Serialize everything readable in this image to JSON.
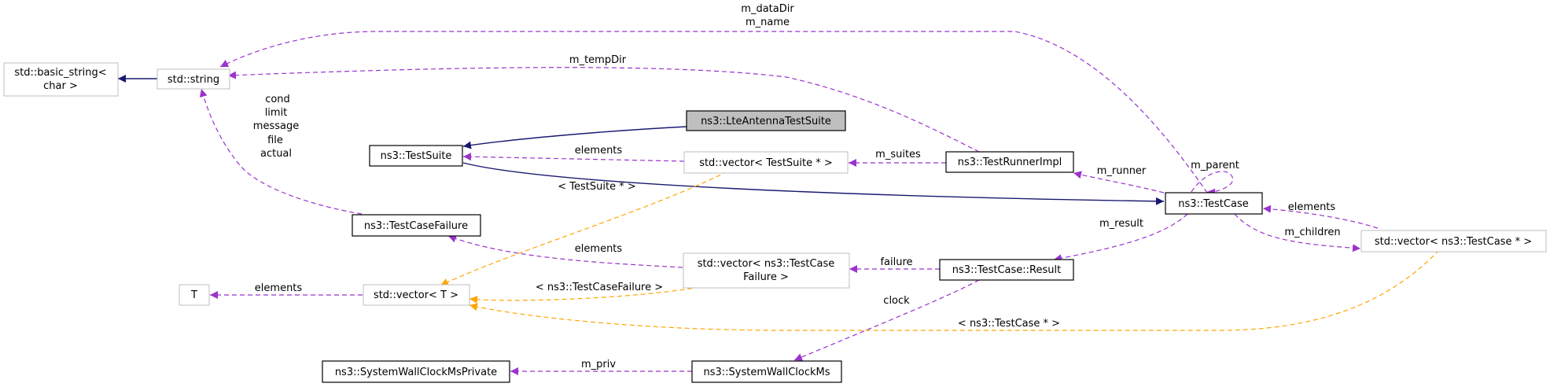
{
  "nodes": {
    "basic_string": [
      "std::basic_string<",
      "char >"
    ],
    "string": [
      "std::string"
    ],
    "lte_antenna_test_suite": [
      "ns3::LteAntennaTestSuite"
    ],
    "test_suite": [
      "ns3::TestSuite"
    ],
    "vector_test_suite": [
      "std::vector< TestSuite * >"
    ],
    "test_runner_impl": [
      "ns3::TestRunnerImpl"
    ],
    "test_case": [
      "ns3::TestCase"
    ],
    "vector_test_case": [
      "std::vector< ns3::TestCase * >"
    ],
    "test_case_failure": [
      "ns3::TestCaseFailure"
    ],
    "T": [
      "T"
    ],
    "vector_T": [
      "std::vector< T >"
    ],
    "vector_test_case_failure": [
      "std::vector< ns3::TestCase",
      "Failure >"
    ],
    "test_case_result": [
      "ns3::TestCase::Result"
    ],
    "system_wall_clock_ms_private": [
      "ns3::SystemWallClockMsPrivate"
    ],
    "system_wall_clock_ms": [
      "ns3::SystemWallClockMs"
    ]
  },
  "edges": {
    "m_data_dir_name": [
      "m_dataDir",
      "m_name"
    ],
    "m_temp_dir": [
      "m_tempDir"
    ],
    "failure_fields": [
      "cond",
      "limit",
      "message",
      "file",
      "actual"
    ],
    "suite_elements": [
      "elements"
    ],
    "m_suites": [
      "m_suites"
    ],
    "m_runner": [
      "m_runner"
    ],
    "m_parent": [
      "m_parent"
    ],
    "case_elements": [
      "elements"
    ],
    "m_children": [
      "m_children"
    ],
    "m_result": [
      "m_result"
    ],
    "failure_elements": [
      "elements"
    ],
    "failure": [
      "failure"
    ],
    "T_elements": [
      "elements"
    ],
    "tmpl_test_suite": [
      "< TestSuite * >"
    ],
    "tmpl_test_case_failure": [
      "< ns3::TestCaseFailure >"
    ],
    "tmpl_test_case": [
      "< ns3::TestCase * >"
    ],
    "clock": [
      "clock"
    ],
    "m_priv": [
      "m_priv"
    ]
  },
  "colors": {
    "inheritance": "#191970",
    "member": "#9a32cd",
    "template": "#ffa500",
    "documented_border": "#000000",
    "undocumented_border": "#bfbfbf",
    "highlight_fill": "#bfbfbf"
  }
}
